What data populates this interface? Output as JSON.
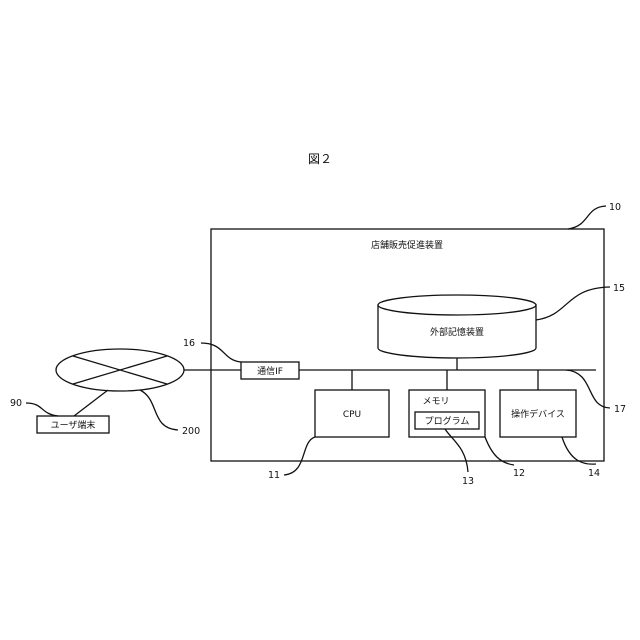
{
  "figure": {
    "title": "図２"
  },
  "device": {
    "label": "店舗販売促進装置",
    "ref": "10"
  },
  "storage": {
    "label": "外部記憶装置",
    "ref": "15"
  },
  "comm_if": {
    "label": "通信IF",
    "ref": "16"
  },
  "bus": {
    "ref": "17"
  },
  "cpu": {
    "label": "CPU",
    "ref": "11"
  },
  "memory": {
    "label": "メモリ",
    "ref": "12"
  },
  "program": {
    "label": "プログラム",
    "ref": "13"
  },
  "operation_device": {
    "label": "操作デバイス",
    "ref": "14"
  },
  "network": {
    "ref": "200"
  },
  "user_terminal": {
    "label": "ユーザ端末",
    "ref": "90"
  }
}
